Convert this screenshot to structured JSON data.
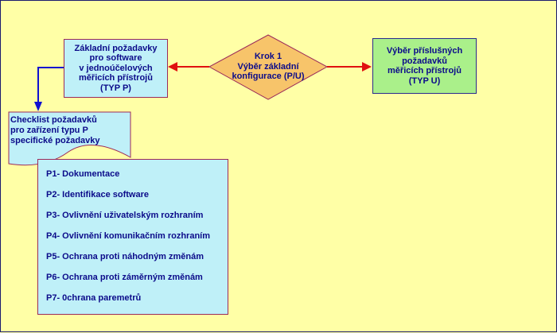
{
  "diagram": {
    "decision": {
      "text": "Krok 1\nVýběr základní\nkonfigurace (P/U)"
    },
    "box_p": {
      "text": "Základní požadavky\npro software\nv jednoúčelových\nměřicích přístrojů\n(TYP P)"
    },
    "box_u": {
      "text": "Výběr příslušných\npožadavků\nměřicích přístrojů\n(TYP U)"
    },
    "checklist": {
      "text": "Checklist požadavků\npro  zařízení typu P\nspecifické požadavky"
    },
    "items": [
      "P1- Dokumentace",
      "P2- Identifikace software",
      "P3- Ovlivnění uživatelským rozhraním",
      "P4- Ovlivnění komunikačním rozhraním",
      "P5- Ochrana proti náhodným změnám",
      "P6- Ochrana proti záměrným změnám",
      "P7- 0chrana paremetrů"
    ],
    "colors": {
      "background": "#ffffa6",
      "diamond_fill": "#f7c46a",
      "cyan_box": "#bff0f8",
      "green_box": "#aaf08a",
      "arrow_red": "#e01010",
      "arrow_blue": "#1010d0",
      "text": "#0b0b8a"
    }
  }
}
